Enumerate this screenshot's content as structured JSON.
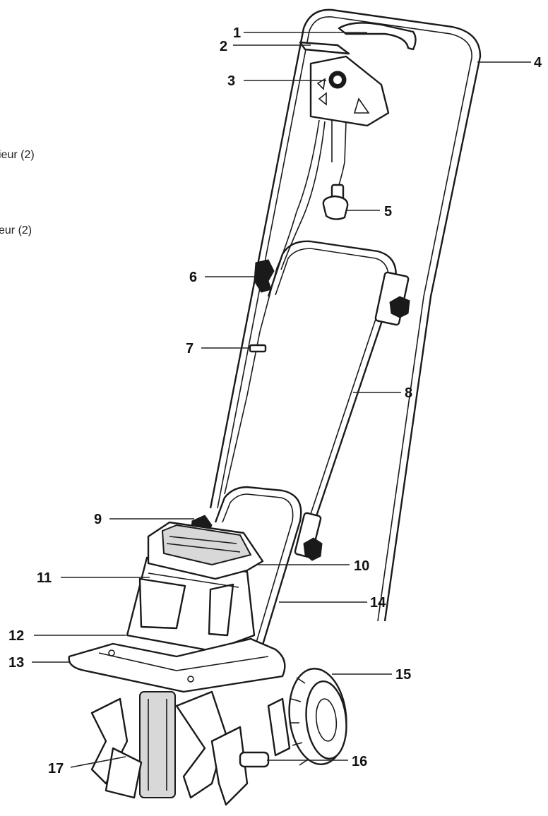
{
  "text_fragments": [
    "ieur (2)",
    "eur (2)"
  ],
  "callouts": [
    "1",
    "2",
    "3",
    "4",
    "5",
    "6",
    "7",
    "8",
    "9",
    "10",
    "11",
    "12",
    "13",
    "14",
    "15",
    "16",
    "17"
  ]
}
